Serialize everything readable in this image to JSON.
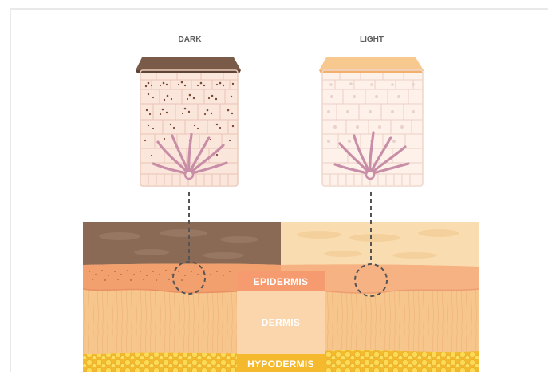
{
  "diagram": {
    "left_sample": {
      "title": "DARK"
    },
    "right_sample": {
      "title": "LIGHT"
    },
    "layers": {
      "epidermis": "EPIDERMIS",
      "dermis": "DERMIS",
      "hypodermis": "HYPODERMIS"
    }
  },
  "colors": {
    "dark_surface": "#8b6a55",
    "light_surface": "#f9ddb0",
    "epidermis_label_bg": "#f69a6f",
    "dermis_label_bg": "#fbd6ad",
    "hypodermis_label_bg": "#f5b92d",
    "dermis_tissue": "#f7c88f",
    "fat": "#f9d349",
    "vessels": "#c98ea7"
  }
}
